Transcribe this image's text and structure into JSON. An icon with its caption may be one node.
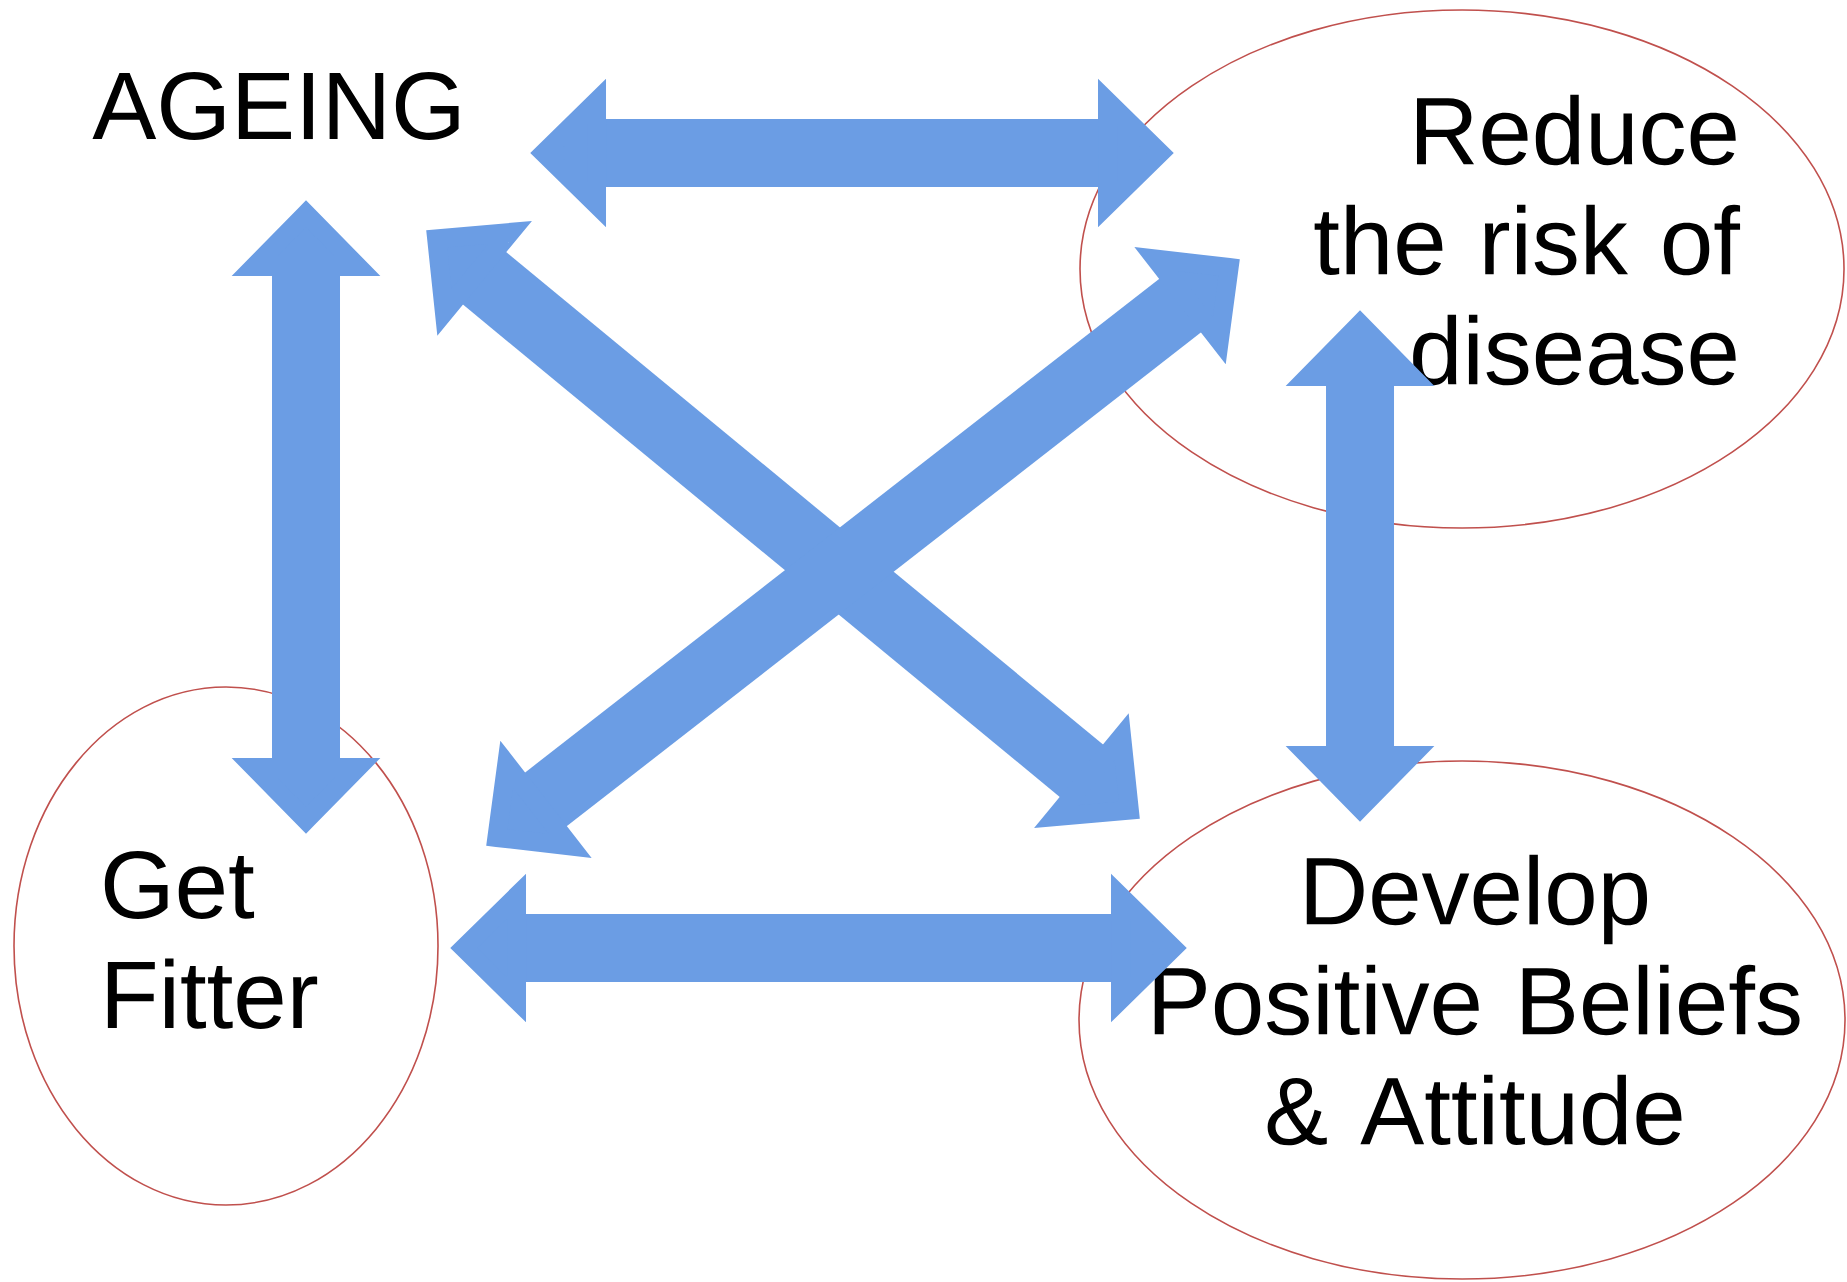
{
  "diagram": {
    "nodes": [
      {
        "text": [
          "AGEING"
        ]
      },
      {
        "text": [
          "Reduce the risk of disease"
        ]
      },
      {
        "text": [
          "Get Fitter"
        ]
      },
      {
        "text": [
          "Develop Positive Beliefs & Attitude"
        ]
      }
    ],
    "edges": [
      {
        "from": 0,
        "to": 1,
        "arrow": "both"
      },
      {
        "from": 0,
        "to": 2,
        "arrow": "both"
      },
      {
        "from": 0,
        "to": 3,
        "arrow": "both"
      },
      {
        "from": 1,
        "to": 2,
        "arrow": "both"
      },
      {
        "from": 1,
        "to": 3,
        "arrow": "both"
      },
      {
        "from": 2,
        "to": 3,
        "arrow": "both"
      }
    ]
  }
}
